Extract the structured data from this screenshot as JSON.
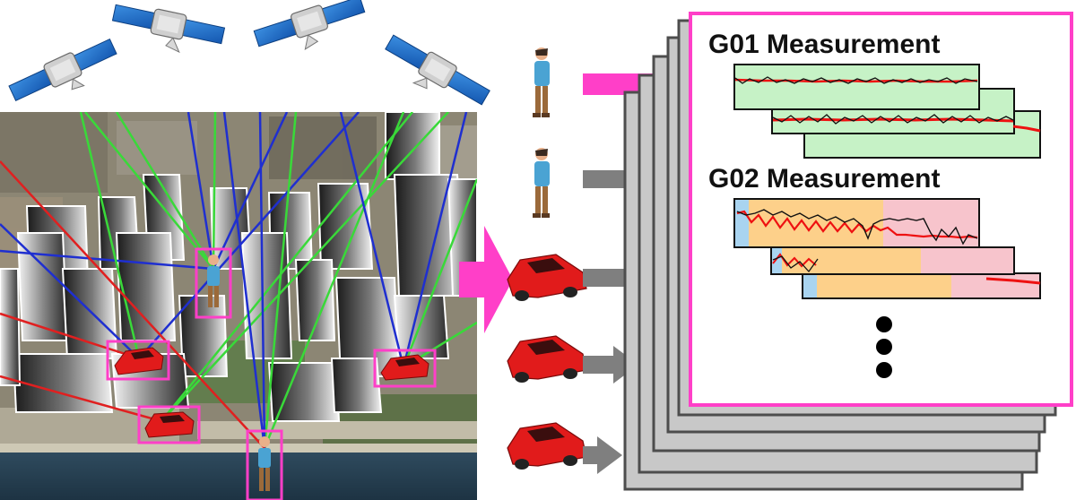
{
  "figure": {
    "panels": [
      {
        "title": "G01 Measurement",
        "background_colors": [
          "#c6f2c6"
        ]
      },
      {
        "title": "G02 Measurement",
        "background_colors": [
          "#a9d4f0",
          "#fdd08a",
          "#f7c4cc"
        ]
      }
    ],
    "continuation": "•••",
    "satellite_count": 4,
    "agents": [
      {
        "type": "pedestrian",
        "arrow_color": "#ff3fc8"
      },
      {
        "type": "pedestrian",
        "arrow_color": "#7f7f7f"
      },
      {
        "type": "vehicle",
        "arrow_color": "#7f7f7f"
      },
      {
        "type": "vehicle",
        "arrow_color": "#7f7f7f"
      },
      {
        "type": "vehicle",
        "arrow_color": "#7f7f7f"
      }
    ],
    "colors": {
      "highlight": "#ff3fc8",
      "arrow_gray": "#7f7f7f",
      "los_green": "#39d939",
      "nlos_blue": "#1f2fd0",
      "multipath_red": "#e02020",
      "measurement_black": "#111111",
      "measurement_red": "#ee1111"
    }
  }
}
